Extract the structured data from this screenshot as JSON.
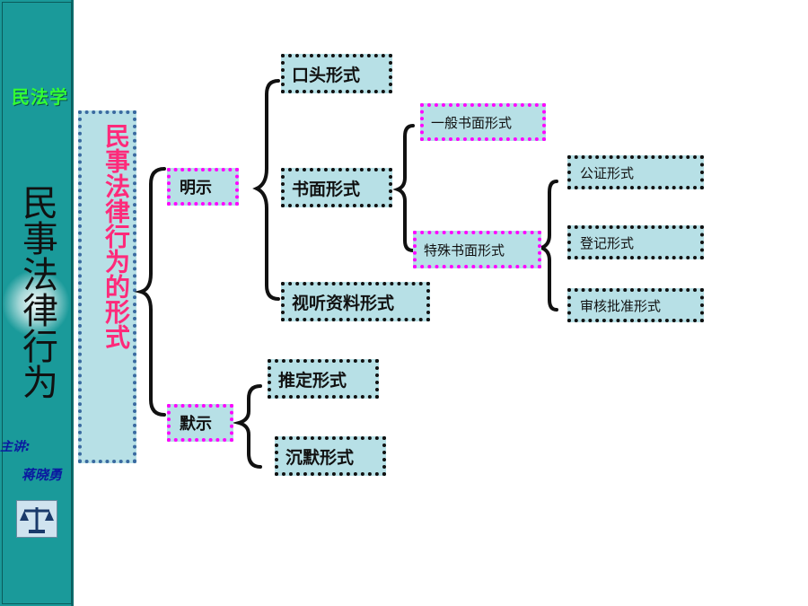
{
  "sidebar": {
    "subject": "民法学",
    "title": "民事法律行为",
    "lecturer_label": "主讲:",
    "lecturer_name": "蒋晓勇",
    "logo_icon": "scales-icon"
  },
  "main": {
    "heading": "民事法律行为的形式",
    "branches": {
      "explicit": "明示",
      "implicit": "默示"
    },
    "explicit_children": {
      "oral": "口头形式",
      "written": "书面形式",
      "audiovisual": "视听资料形式"
    },
    "written_children": {
      "general": "一般书面形式",
      "special": "特殊书面形式"
    },
    "special_children": {
      "notarized": "公证形式",
      "registered": "登记形式",
      "approved": "审核批准形式"
    },
    "implicit_children": {
      "presumed": "推定形式",
      "silent": "沉默形式"
    }
  },
  "colors": {
    "sidebar": "#1a9a9a",
    "box_fill": "#b7e0e6",
    "heading_text": "#ff2a7a",
    "pink_border": "#ff00ff"
  }
}
